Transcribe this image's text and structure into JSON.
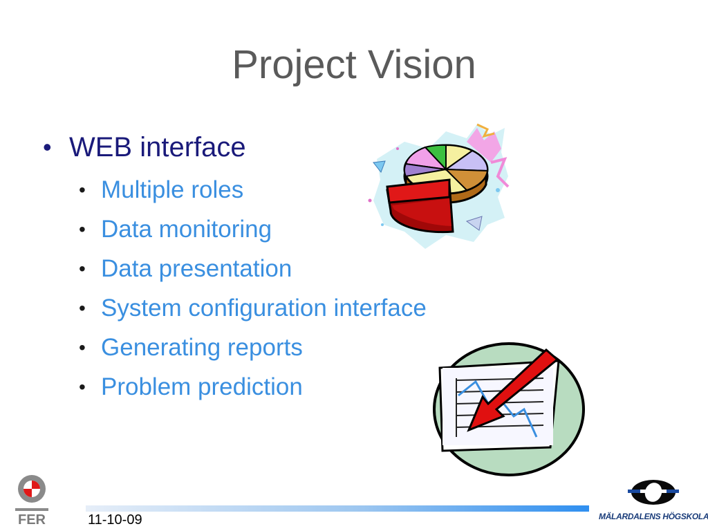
{
  "slide": {
    "title": "Project Vision",
    "main_bullet": "WEB interface",
    "sub_bullets": [
      "Multiple roles",
      "Data monitoring",
      "Data presentation",
      "System configuration interface",
      "Generating reports",
      "Problem prediction"
    ]
  },
  "footer": {
    "date": "11-10-09",
    "left_logo": "FER",
    "right_logo": "MÄLARDALENS HÖGSKOLA"
  },
  "colors": {
    "title": "#5a5a5a",
    "main_bullet": "#1a1a7a",
    "sub_bullet": "#3a8fe0",
    "bar_end": "#2f8ff0"
  },
  "icons": [
    "pie-chart-clipart",
    "declining-chart-clipart",
    "fer-logo",
    "mdh-logo"
  ]
}
